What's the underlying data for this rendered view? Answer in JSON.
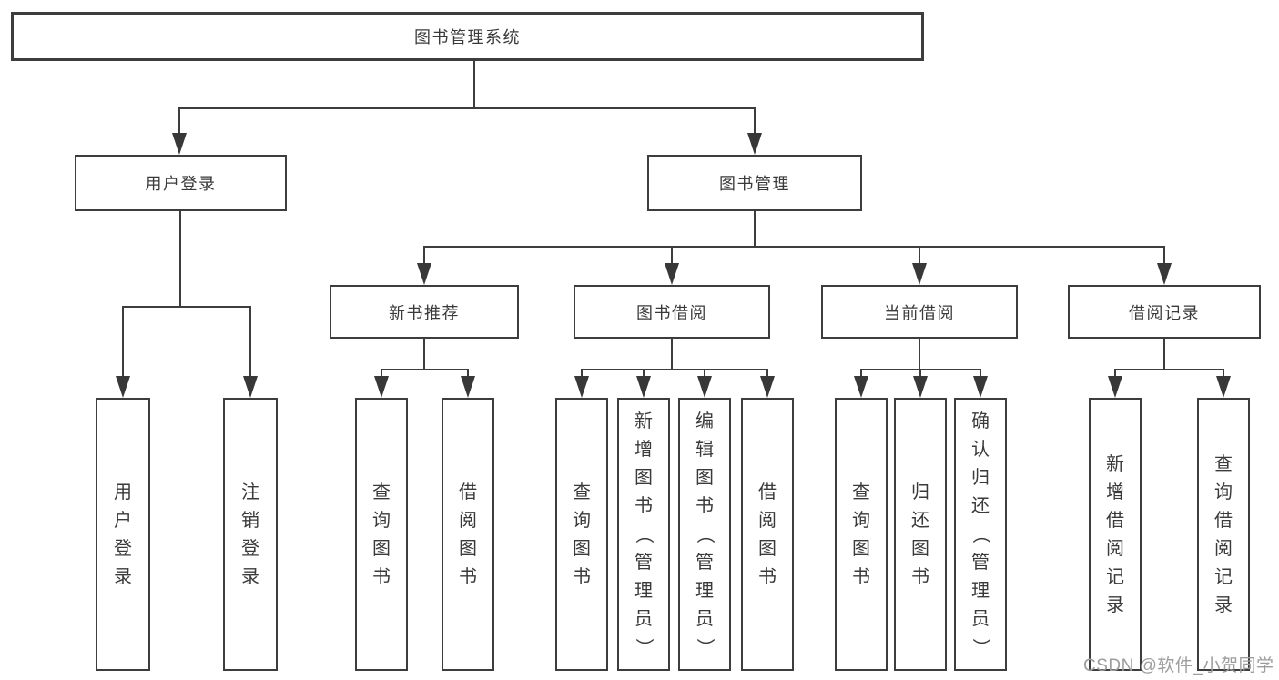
{
  "title": "图书管理系统",
  "branches": {
    "user_login": {
      "label": "用户登录",
      "children": [
        "用户登录",
        "注销登录"
      ]
    },
    "book_management": {
      "label": "图书管理",
      "sections": [
        {
          "label": "新书推荐",
          "children": [
            "查询图书",
            "借阅图书"
          ]
        },
        {
          "label": "图书借阅",
          "children": [
            "查询图书",
            "新增图书（管理员）",
            "编辑图书（管理员）",
            "借阅图书"
          ]
        },
        {
          "label": "当前借阅",
          "children": [
            "查询图书",
            "归还图书",
            "确认归还（管理员）"
          ]
        },
        {
          "label": "借阅记录",
          "children": [
            "新增借阅记录",
            "查询借阅记录"
          ]
        }
      ]
    }
  },
  "watermark": {
    "text": "CSDN @软件_小贺同学"
  },
  "colors": {
    "line": "#3d3d3d",
    "box_border": "#3d3d3d",
    "text": "#3a3a3a",
    "background": "#ffffff",
    "watermark": "#9d9d9d"
  }
}
